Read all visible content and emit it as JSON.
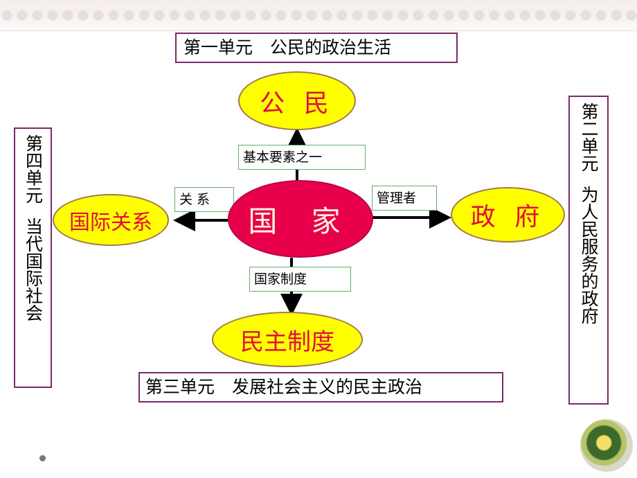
{
  "units": {
    "unit1": "第一单元　公民的政治生活",
    "unit2_title": "第二单元",
    "unit2_sub": "为人民服务的政府",
    "unit3": "第三单元　发展社会主义的民主政治",
    "unit4_title": "第四单元",
    "unit4_sub": "当代国际社会"
  },
  "nodes": {
    "center": "国 家",
    "top": "公 民",
    "left": "国际关系",
    "right": "政 府",
    "bottom": "民主制度"
  },
  "edges": {
    "top": "基本要素之一",
    "left": "关 系",
    "right": "管理者",
    "bottom": "国家制度"
  },
  "colors": {
    "node_fill": "#ffff00",
    "node_text": "#e0103a",
    "center_fill": "#e8004a",
    "box_border": "#7a2a6a"
  }
}
